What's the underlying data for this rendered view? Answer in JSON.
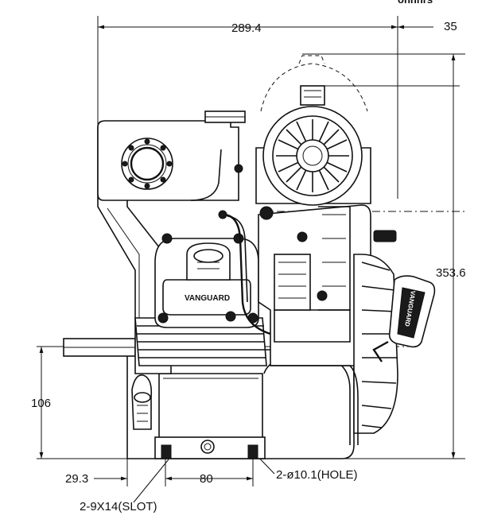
{
  "dimensions": {
    "overall_width": "289.4",
    "right_offset": "35",
    "overall_height": "353.6",
    "shaft_height": "106",
    "shaft_offset": "29.3",
    "mount_spacing": "80",
    "hole_note": "2-ø10.1(HOLE)",
    "slot_note": "2-9X14(SLOT)"
  },
  "labels": {
    "valve_cover_brand": "VANGUARD",
    "shroud_brand": "VANGUARD",
    "corner_text": "onnnrs"
  }
}
